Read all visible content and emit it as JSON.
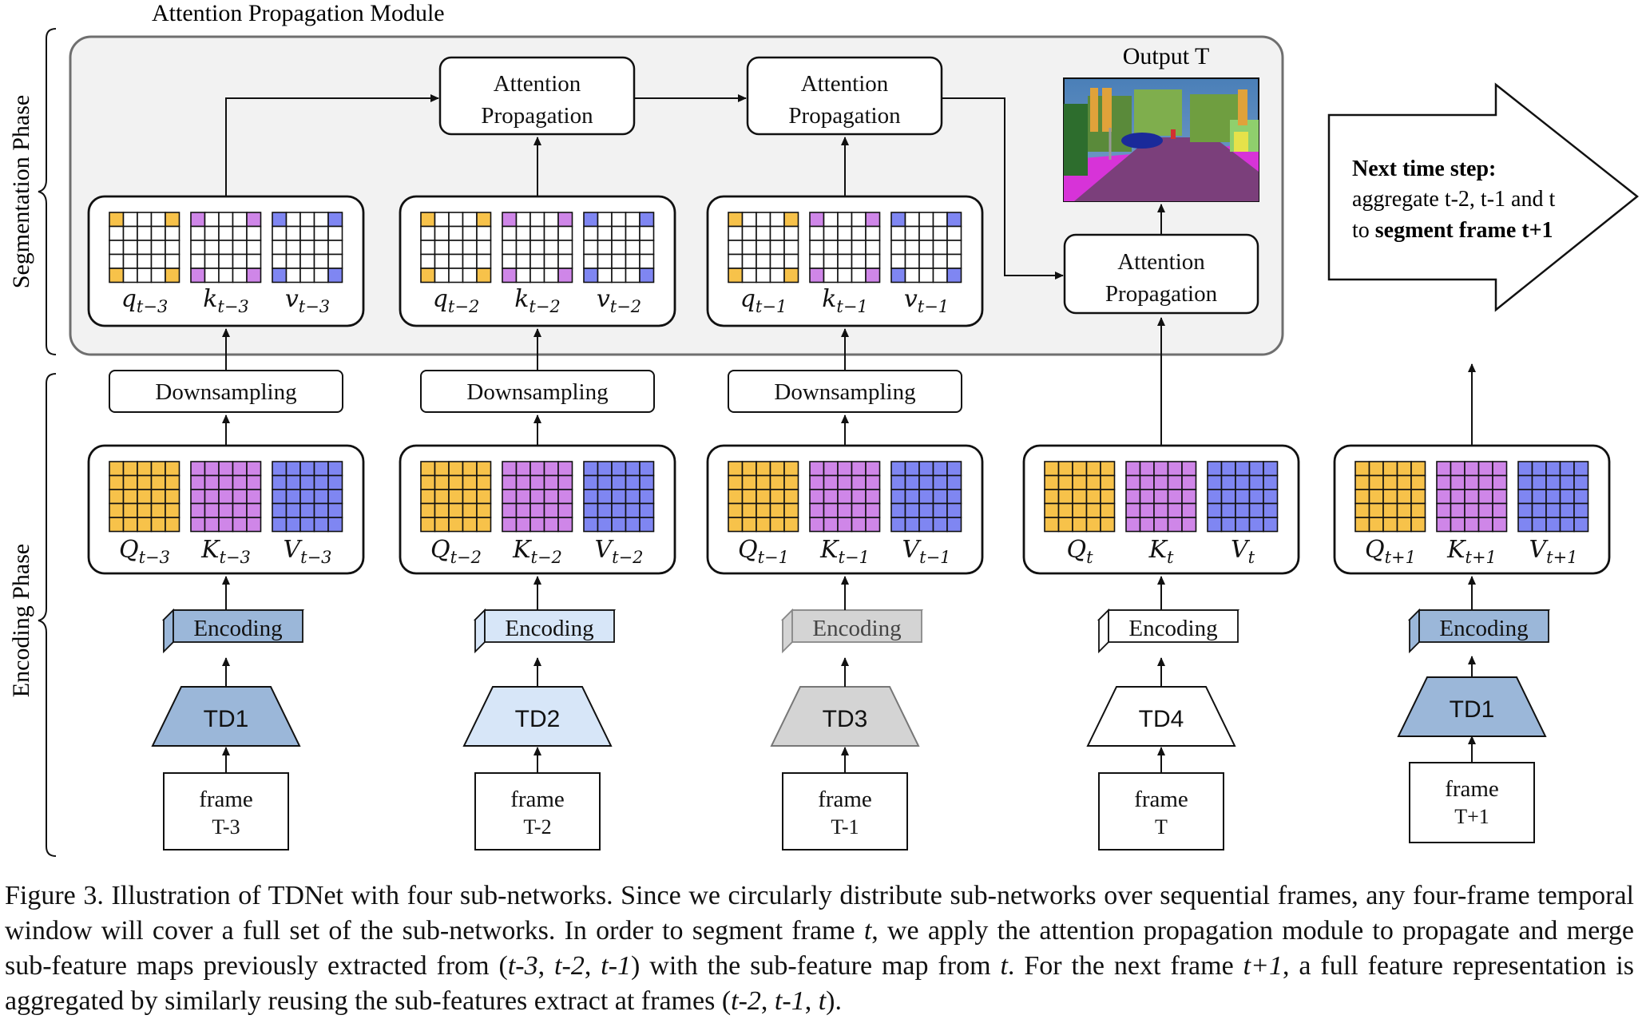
{
  "module_title": "Attention Propagation Module",
  "phases": {
    "segmentation": "Segmentation Phase",
    "encoding": "Encoding Phase"
  },
  "output_title": "Output T",
  "attention_label": [
    "Attention",
    "Propagation"
  ],
  "downsampling_label": "Downsampling",
  "encoding_label": "Encoding",
  "next_step": {
    "line1": "Next time step:",
    "line2": "aggregate  t-2, t-1 and t",
    "line3_prefix": "to ",
    "line3_bold": "segment frame t+1"
  },
  "columns": [
    {
      "td": "TD1",
      "frame": [
        "frame",
        "T-3"
      ],
      "sub": "t−3",
      "has_downsampling": true,
      "has_qkv_small": true
    },
    {
      "td": "TD2",
      "frame": [
        "frame",
        "T-2"
      ],
      "sub": "t−2",
      "has_downsampling": true,
      "has_qkv_small": true
    },
    {
      "td": "TD3",
      "frame": [
        "frame",
        "T-1"
      ],
      "sub": "t−1",
      "has_downsampling": true,
      "has_qkv_small": true
    },
    {
      "td": "TD4",
      "frame": [
        "frame",
        "T"
      ],
      "sub": "t",
      "has_downsampling": false,
      "has_qkv_small": false
    },
    {
      "td": "TD1",
      "frame": [
        "frame",
        "T+1"
      ],
      "sub": "t+1",
      "has_downsampling": false,
      "has_qkv_small": false
    }
  ],
  "colors": {
    "q": "#f7c24a",
    "k": "#cf86e8",
    "v": "#7f86f2",
    "td1": "#9bb7d9",
    "td2": "#d7e6f8",
    "td3": "#d4d4d4",
    "td4": "#ffffff",
    "panel": "#f2f2f2"
  },
  "caption": {
    "p1": "Figure 3. Illustration of TDNet with four sub-networks. Since we circularly distribute sub-networks over sequential frames, any four-frame temporal window will cover a full set of the sub-networks. In order to segment frame ",
    "i1": "t",
    "p2": ", we apply the attention propagation module to propagate and merge sub-feature maps previously extracted from (",
    "i2": "t-3",
    "p3": ", ",
    "i3": "t-2",
    "p4": ", ",
    "i4": "t-1",
    "p5": ") with the sub-feature map from ",
    "i5": "t",
    "p6": ". For the next frame ",
    "i6": "t+1",
    "p7": ", a full feature representation is aggregated by similarly reusing the sub-features extract at frames (",
    "i7": "t-2",
    "p8": ", ",
    "i8": "t-1",
    "p9": ", ",
    "i9": "t",
    "p10": ")."
  }
}
